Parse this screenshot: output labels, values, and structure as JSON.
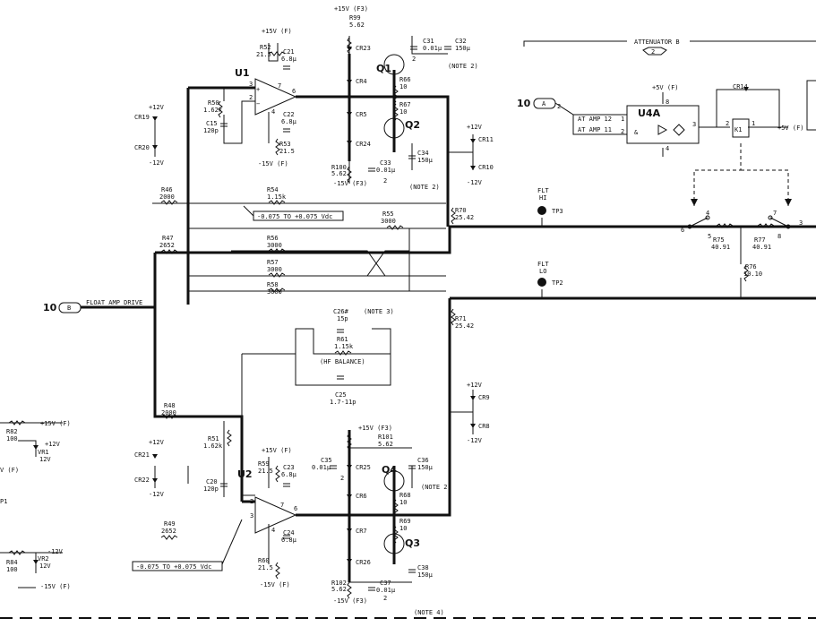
{
  "connectors": {
    "c10b": {
      "num": "10",
      "id": "B"
    },
    "c10a": {
      "num": "10",
      "id": "A"
    }
  },
  "float_amp_label": "FLOAT AMP DRIVE",
  "attenuator": {
    "title": "ATTENUATOR B",
    "tag": "2"
  },
  "opamps": {
    "u1": "U1",
    "u2": "U2",
    "u4a": "U4A"
  },
  "rails": {
    "p15_f3_top": "+15V (F3)",
    "p15_f_u1": "+15V (F)",
    "m15_f_u1": "-15V (F)",
    "m15_f3_top": "-15V (F3)",
    "p15_f3_bot": "+15V (F3)",
    "p15_f_u2": "+15V (F)",
    "m15_f_u2": "-15V (F)",
    "m15_f3_bot": "-15V (F3)",
    "p5_f_u4": "+5V (F)",
    "p5_f_k1": "+5V (F)",
    "p12_cr19": "+12V",
    "m12_cr20": "-12V",
    "p12_cr11": "+12V",
    "m12_cr10": "-12V",
    "p12_cr9": "+12V",
    "m12_cr8": "-12V",
    "p12_cr21": "+12V",
    "m12_cr22": "-12V",
    "r82_rail": "+15V (F)",
    "vr1_rail": "+12V",
    "vr2_rail": "-12V",
    "r84_rail": "-15V (F)",
    "left_f": "V (F)",
    "left_p1": "P1"
  },
  "resistors": {
    "r99": [
      "R99",
      "5.62"
    ],
    "r52": [
      "R52",
      "21.5"
    ],
    "r50": [
      "R50",
      "1.62k"
    ],
    "r53": [
      "R53",
      "21.5"
    ],
    "r66": [
      "R66",
      "10"
    ],
    "r67": [
      "R67",
      "10"
    ],
    "r100": [
      "R100",
      "5.62"
    ],
    "r46": [
      "R46",
      "2000"
    ],
    "r54": [
      "R54",
      "1.15k"
    ],
    "r70": [
      "R70",
      "25.42"
    ],
    "r55": [
      "R55",
      "3000"
    ],
    "r47": [
      "R47",
      "2652"
    ],
    "r56": [
      "R56",
      "3000"
    ],
    "r57": [
      "R57",
      "3000"
    ],
    "r58": [
      "R58",
      "3000"
    ],
    "r71": [
      "R71",
      "25.42"
    ],
    "r61": [
      "R61",
      "1.15k"
    ],
    "r48": [
      "R48",
      "2000"
    ],
    "r51": [
      "R51",
      "1.62k"
    ],
    "r101": [
      "R101",
      "5.62"
    ],
    "r59": [
      "R59",
      "21.5"
    ],
    "r68": [
      "R68",
      "10"
    ],
    "r69": [
      "R69",
      "10"
    ],
    "r49": [
      "R49",
      "2652"
    ],
    "r60": [
      "R60",
      "21.5"
    ],
    "r102": [
      "R102",
      "5.62"
    ],
    "r75": [
      "R75",
      "40.91"
    ],
    "r77": [
      "R77",
      "40.91"
    ],
    "r76": [
      "R76",
      "10.10"
    ],
    "r82": [
      "R82",
      "100"
    ],
    "r84": [
      "R84",
      "100"
    ]
  },
  "capacitors": {
    "c21": [
      "C21",
      "6.8µ"
    ],
    "c15": [
      "C15",
      "120p"
    ],
    "c22": [
      "C22",
      "6.8µ"
    ],
    "c31": [
      "C31",
      "0.01µ"
    ],
    "c32": [
      "C32",
      "150µ"
    ],
    "c33": [
      "C33",
      "0.01µ"
    ],
    "c34": [
      "C34",
      "150µ"
    ],
    "c26": [
      "C26#",
      "15p"
    ],
    "c25": [
      "C25",
      "1.7-11p"
    ],
    "c23": [
      "C23",
      "6.8µ"
    ],
    "c20": [
      "C20",
      "120p"
    ],
    "c24": [
      "C24",
      "6.8µ"
    ],
    "c35": [
      "C35",
      "0.01µ"
    ],
    "c36": [
      "C36",
      "150µ"
    ],
    "c37": [
      "C37",
      "0.01µ"
    ],
    "c38": [
      "C38",
      "150µ"
    ]
  },
  "diodes": {
    "cr23": "CR23",
    "cr4": "CR4",
    "cr5": "CR5",
    "cr24": "CR24",
    "cr19": "CR19",
    "cr20": "CR20",
    "cr11": "CR11",
    "cr10": "CR10",
    "cr25": "CR25",
    "cr6": "CR6",
    "cr7": "CR7",
    "cr26": "CR26",
    "cr9": "CR9",
    "cr8": "CR8",
    "cr21": "CR21",
    "cr22": "CR22",
    "cr14": "CR14",
    "vr1": [
      "VR1",
      "12V"
    ],
    "vr2": [
      "VR2",
      "12V"
    ]
  },
  "transistors": {
    "q1": "Q1",
    "q2": "Q2",
    "q4": "Q4",
    "q3": "Q3"
  },
  "notes": {
    "n2a": "(NOTE 2)",
    "n2b": "(NOTE 2)",
    "n3": "(NOTE 3)",
    "n2c": "(NOTE 2)",
    "n4": "(NOTE 4)"
  },
  "offset_labels": {
    "top": "-0.075 TO +0.075 Vdc",
    "bottom": "-0.075 TO +0.075 Vdc"
  },
  "hf_balance": "(HF BALANCE)",
  "testpoints": {
    "tp3": [
      "FLT",
      "HI",
      "TP3"
    ],
    "tp2": [
      "FLT",
      "LO",
      "TP2"
    ]
  },
  "u4": {
    "in1": "AT AMP 12",
    "in2": "AT AMP 11",
    "pin1": "1",
    "pin2": "2",
    "pin3": "3",
    "pin8": "8",
    "pin4": "4"
  },
  "relay": {
    "k1": "K1",
    "p2": "2",
    "p1": "1",
    "p4": "4",
    "p7": "7",
    "p5": "5",
    "p6": "6",
    "p8": "8",
    "p3": "3"
  },
  "opamp_pins": {
    "u1": [
      "3",
      "2",
      "7",
      "6",
      "4"
    ],
    "u2": [
      "2",
      "3",
      "7",
      "6",
      "4"
    ]
  },
  "ground_num": "2"
}
